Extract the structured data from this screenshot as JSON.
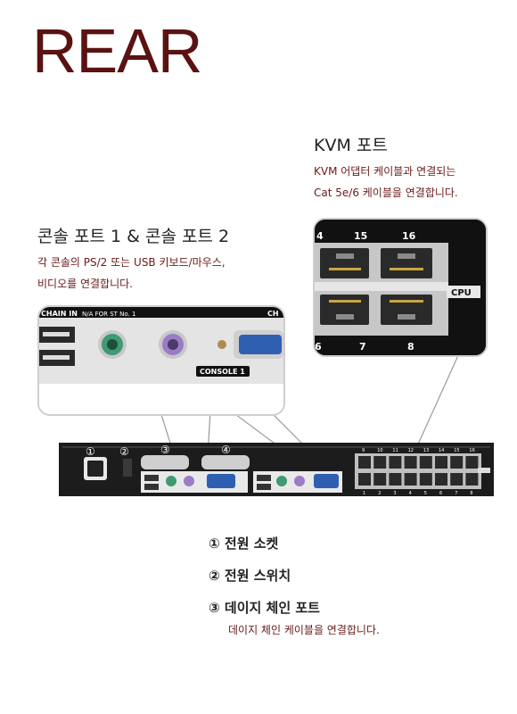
{
  "title": "REAR",
  "kvm": {
    "heading": "KVM 포트",
    "desc_lines": [
      "KVM 어댑터 케이블과 연결되는",
      "Cat 5e/6 케이블을 연결합니다."
    ],
    "zoom_port_numbers": [
      "4",
      "15",
      "16",
      "6",
      "7",
      "8"
    ],
    "cpu_label": "CPU"
  },
  "console": {
    "heading": "콘솔 포트 1 & 콘솔 포트 2",
    "desc_lines": [
      "각 콘솔의 PS/2 또는 USB 키보드/마우스,",
      "비디오를 연결합니다."
    ],
    "zoom_top_left": "CHAIN IN",
    "zoom_top_mid": "N/A FOR ST No. 1",
    "zoom_top_right": "CH",
    "zoom_console_label": "CONSOLE 1"
  },
  "device": {
    "markers": [
      "①",
      "②",
      "③",
      "④"
    ],
    "top_numbers": [
      "9",
      "10",
      "11",
      "12",
      "13",
      "14",
      "15",
      "16"
    ],
    "bottom_numbers": [
      "1",
      "2",
      "3",
      "4",
      "5",
      "6",
      "7",
      "8"
    ]
  },
  "legend": [
    {
      "label": "① 전원 소켓"
    },
    {
      "label": "② 전원 스위치"
    },
    {
      "label": "③ 데이지 체인 포트",
      "desc": "데이지 체인 케이블을 연결합니다."
    }
  ],
  "colors": {
    "title": "#5a1212",
    "desc": "#6b1a1a",
    "device": "#1c1c1c",
    "ps2_keyboard": "#9b7cc6",
    "ps2_mouse": "#3f9a72",
    "vga": "#2f5fb0"
  }
}
